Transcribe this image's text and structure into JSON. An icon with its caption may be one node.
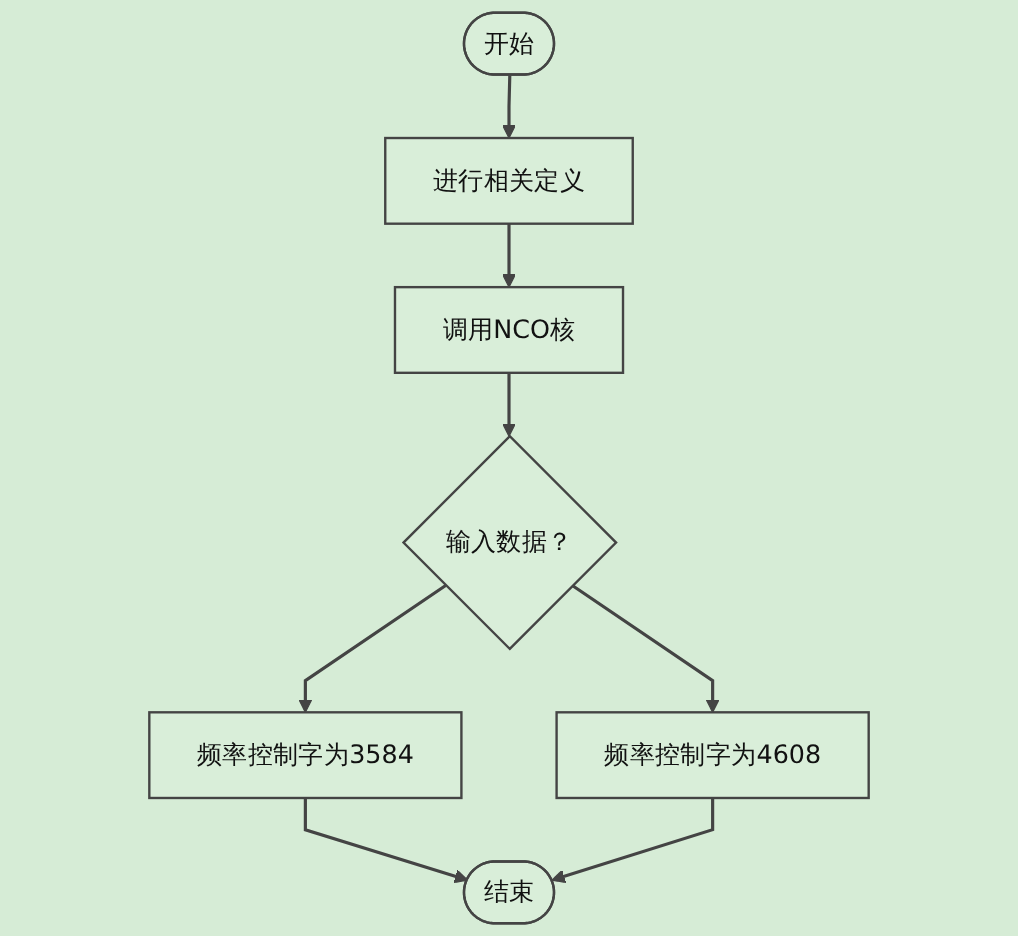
{
  "diagram": {
    "nodes": [
      {
        "text": [
          "开始"
        ]
      },
      {
        "text": [
          "进行相关定义"
        ]
      },
      {
        "text": [
          "调用NCO核"
        ]
      },
      {
        "text": [
          "输入数据？"
        ]
      },
      {
        "text": [
          "频率控制字为3584"
        ]
      },
      {
        "text": [
          "频率控制字为4608"
        ]
      },
      {
        "text": [
          "结束"
        ]
      }
    ],
    "edges": [
      {
        "from": 0,
        "to": 1,
        "arrow": "to"
      },
      {
        "from": 1,
        "to": 2,
        "arrow": "to"
      },
      {
        "from": 2,
        "to": 3,
        "arrow": "to"
      },
      {
        "from": 3,
        "to": 4,
        "arrow": "to"
      },
      {
        "from": 3,
        "to": 5,
        "arrow": "to"
      },
      {
        "from": 4,
        "to": 6,
        "arrow": "to"
      },
      {
        "from": 5,
        "to": 6,
        "arrow": "to"
      }
    ]
  }
}
